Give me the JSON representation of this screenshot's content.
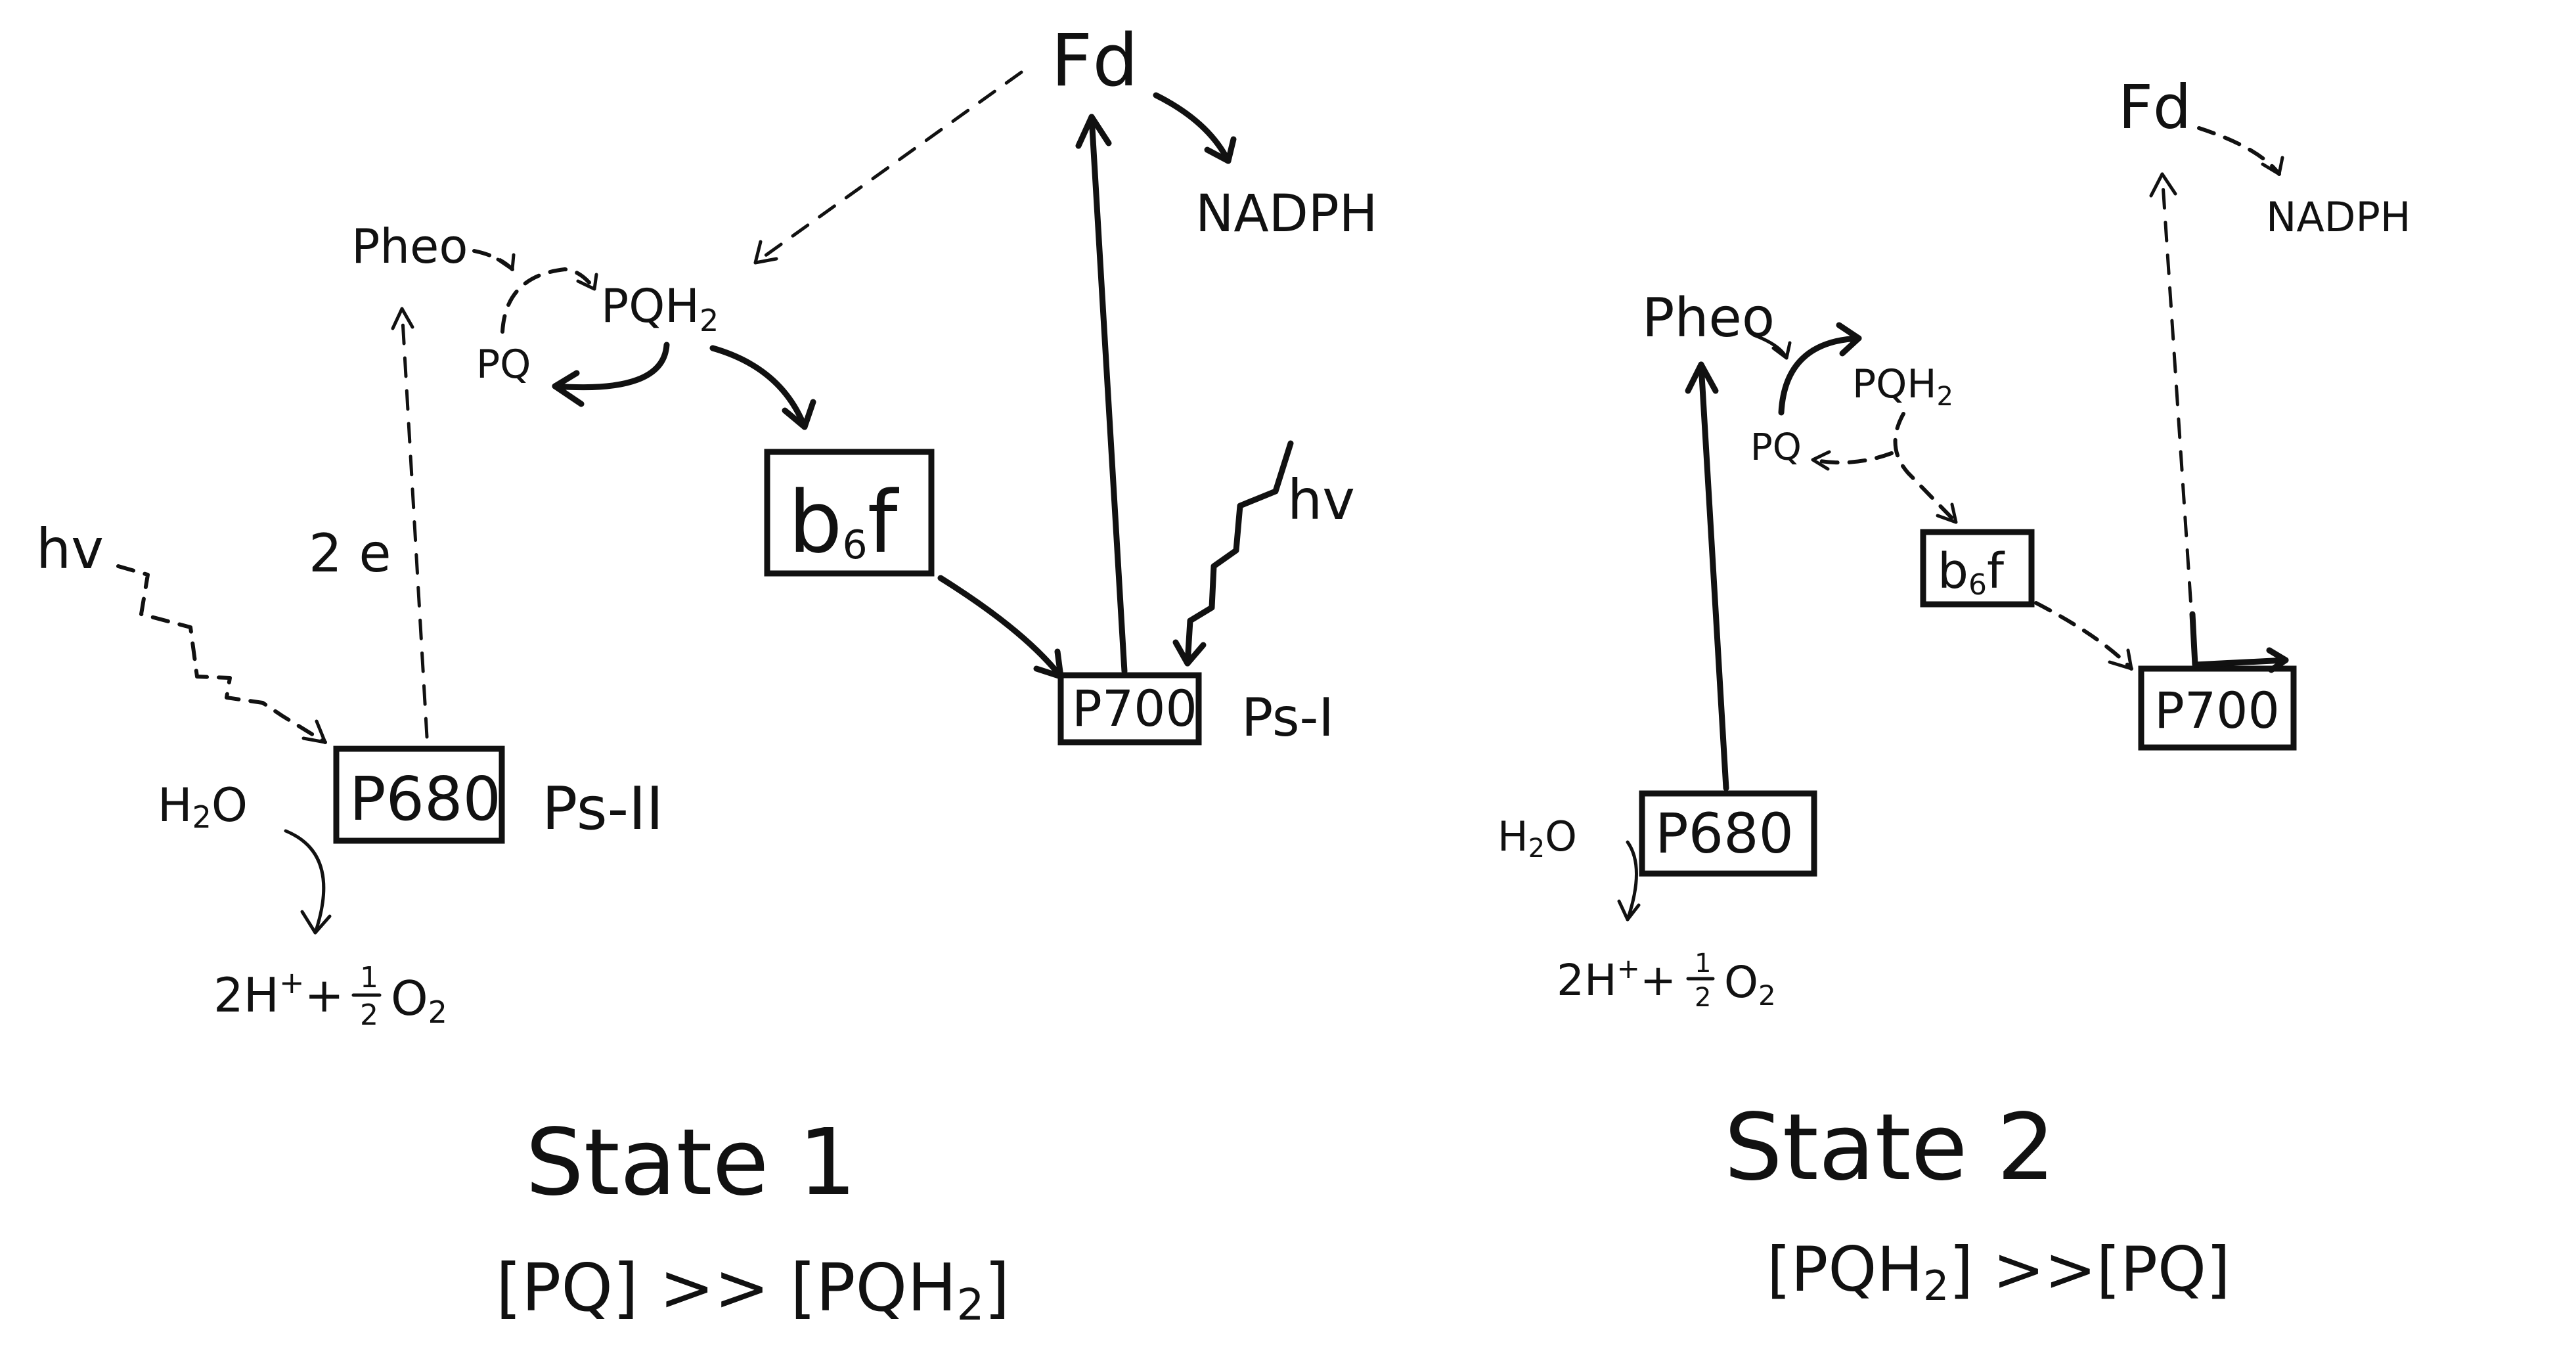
{
  "state1": {
    "components": {
      "fd": "Fd",
      "nadph": "NADPH",
      "pheo": "Pheo",
      "pqh2": "PQH",
      "pqh2_sub": "2",
      "pq": "PQ",
      "b6f_main": "b",
      "b6f_sub": "6",
      "b6f_end": "f",
      "p700": "P700",
      "ps1": "Ps-I",
      "p680": "P680",
      "ps2": "Ps-II",
      "h2o_main": "H",
      "h2o_sub": "2",
      "h2o_end": "O",
      "hv_left": "hv",
      "hv_right": "hv",
      "two_e": "2 e"
    },
    "product": {
      "coef": "2H",
      "plus_sup": "+",
      "plus": "+",
      "half_num": "1",
      "half_den": "2",
      "o": "O",
      "o_sub": "2"
    },
    "title": "State 1",
    "relation": {
      "left": "[PQ]",
      "op": ">>",
      "right_main": "[PQH",
      "right_sub": "2",
      "right_end": "]"
    }
  },
  "state2": {
    "components": {
      "fd": "Fd",
      "nadph": "NADPH",
      "pheo": "Pheo",
      "pqh2": "PQH",
      "pqh2_sub": "2",
      "pq": "PQ",
      "b6f_main": "b",
      "b6f_sub": "6",
      "b6f_end": "f",
      "p700": "P700",
      "p680": "P680",
      "h2o_main": "H",
      "h2o_sub": "2",
      "h2o_end": "O"
    },
    "product": {
      "coef": "2H",
      "plus_sup": "+",
      "plus": "+",
      "half_num": "1",
      "half_den": "2",
      "o": "O",
      "o_sub": "2"
    },
    "title": "State 2",
    "relation": {
      "left_main": "[PQH",
      "left_sub": "2",
      "left_end": "]",
      "op": ">>",
      "right": "[PQ]"
    }
  }
}
